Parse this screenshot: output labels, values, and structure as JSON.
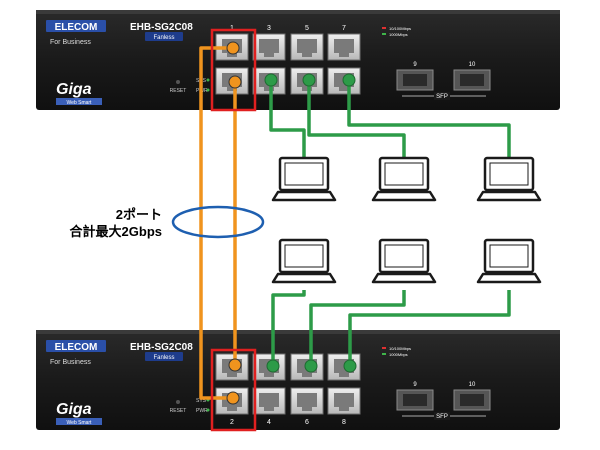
{
  "switches": [
    {
      "brand": "ELECOM",
      "tagline": "For Business",
      "model": "EHB-SG2C08",
      "badge": "Fanless",
      "series": "Giga",
      "series_sub": "Web Smart",
      "reset_label": "RESET",
      "sys_label": "SYS",
      "pwr_label": "PWR",
      "port_numbers_top": [
        "1",
        "3",
        "5",
        "7"
      ],
      "port_numbers_bottom": [],
      "sfp_numbers": [
        "9",
        "10"
      ],
      "sfp_label": "SFP",
      "led_legend": [
        "10/100Mbps",
        "1000Mbps"
      ]
    },
    {
      "brand": "ELECOM",
      "tagline": "For Business",
      "model": "EHB-SG2C08",
      "badge": "Fanless",
      "series": "Giga",
      "series_sub": "Web Smart",
      "reset_label": "RESET",
      "sys_label": "SYS",
      "pwr_label": "PWR",
      "port_numbers_top": [],
      "port_numbers_bottom": [
        "2",
        "4",
        "6",
        "8"
      ],
      "sfp_numbers": [
        "9",
        "10"
      ],
      "sfp_label": "SFP",
      "led_legend": [
        "10/100Mbps",
        "1000Mbps"
      ]
    }
  ],
  "annotation": {
    "line1": "2ポート",
    "line2": "合計最大2Gbps"
  },
  "colors": {
    "trunk_cable": "#f0941e",
    "client_cable": "#2d9b48",
    "highlight": "#e02020",
    "aggregation_ellipse": "#1e5fb0",
    "chassis": "#1c1c1c",
    "model_badge": "#1e3c8c"
  },
  "icons": [
    "laptop-icon"
  ]
}
